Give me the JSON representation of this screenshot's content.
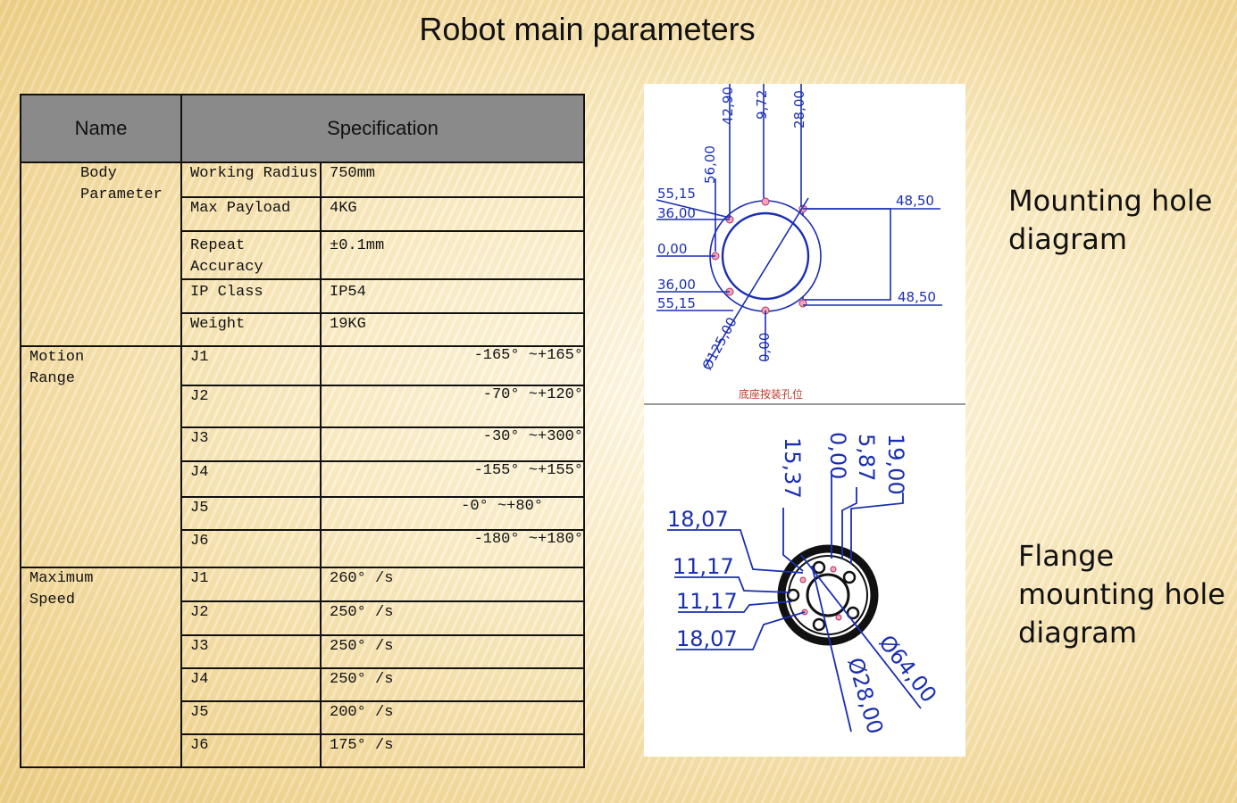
{
  "title": "Robot main parameters",
  "table": {
    "header_name": "Name",
    "header_spec": "Specification",
    "body": {
      "label_line1": "Body",
      "label_line2": "Parameter",
      "rows": [
        {
          "key": "Working Radius",
          "value": "750mm"
        },
        {
          "key": "Max Payload",
          "value": "4KG"
        },
        {
          "key_line1": "Repeat",
          "key_line2": "Accuracy",
          "value": "±0.1mm"
        },
        {
          "key": "IP Class",
          "value": "IP54"
        },
        {
          "key": "Weight",
          "value": "19KG"
        }
      ]
    },
    "motion": {
      "label_line1": "Motion",
      "label_line2": "Range",
      "rows": [
        {
          "joint": "J1",
          "value": "-165° ~+165°"
        },
        {
          "joint": "J2",
          "value": "-70° ~+120°"
        },
        {
          "joint": "J3",
          "value": "-30° ~+300°"
        },
        {
          "joint": "J4",
          "value": "-155° ~+155°"
        },
        {
          "joint": "J5",
          "value": "-0° ~+80°"
        },
        {
          "joint": "J6",
          "value": "-180° ~+180°"
        }
      ]
    },
    "speed": {
      "label_line1": "Maximum",
      "label_line2": "Speed",
      "rows": [
        {
          "joint": "J1",
          "value": "260° /s"
        },
        {
          "joint": "J2",
          "value": "250° /s"
        },
        {
          "joint": "J3",
          "value": "250° /s"
        },
        {
          "joint": "J4",
          "value": "250° /s"
        },
        {
          "joint": "J5",
          "value": "200° /s"
        },
        {
          "joint": "J6",
          "value": "175° /s"
        }
      ]
    }
  },
  "diagram_top": {
    "dims": {
      "d4290": "42,90",
      "d972": "9,72",
      "d2800": "28,00",
      "d5600": "56,00",
      "d5515a": "55,15",
      "d3600a": "36,00",
      "d000": "0,00",
      "d3600b": "36,00",
      "d5515b": "55,15",
      "d4850a": "48,50",
      "d4850b": "48,50",
      "d12500": "Ø125,00",
      "d000v": "0,00"
    },
    "caption": "底座按装孔位"
  },
  "diagram_bottom": {
    "dims": {
      "d1537": "15,37",
      "d000": "0,00",
      "d587": "5,87",
      "d1900": "19,00",
      "d1807a": "18,07",
      "d1117a": "11,17",
      "d1117b": "11,17",
      "d1807b": "18,07",
      "d6400": "Ø64,00",
      "d2800": "Ø28,00"
    }
  },
  "labels": {
    "mounting_line1": "Mounting hole",
    "mounting_line2": "diagram",
    "flange_line1": "Flange",
    "flange_line2": "mounting hole",
    "flange_line3": "diagram"
  },
  "colors": {
    "dimension_blue": "#1a2fb0",
    "header_gray": "#8a8a8a",
    "caption_red": "#c0392b"
  }
}
